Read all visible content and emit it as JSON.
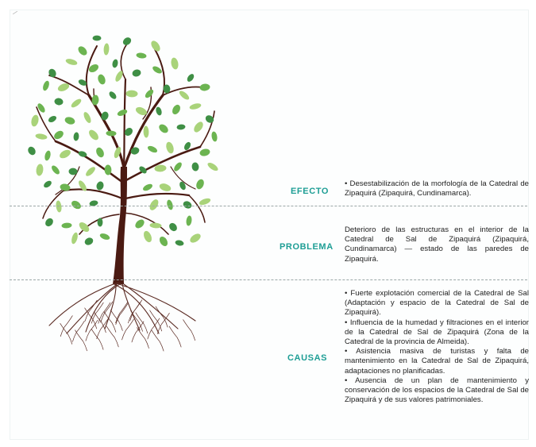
{
  "rows": [
    {
      "label": "EFECTO",
      "paragraphs": [
        "• Desestabilización de la morfología de la Catedral de Zipaquirá (Zipaquirá, Cundinamarca)."
      ]
    },
    {
      "label": "PROBLEMA",
      "paragraphs": [
        "Deterioro de las estructuras en el interior de la Catedral de Sal de Zipaquirá (Zipaquirá, Cundinamarca) — estado de las paredes de Zipaquirá."
      ]
    },
    {
      "label": "CAUSAS",
      "paragraphs": [
        "• Fuerte explotación comercial de la Catedral de Sal (Adaptación y espacio de la Catedral de Sal de Zipaquirá).",
        "• Influencia de la humedad y filtraciones en el interior de la Catedral de Sal de Zipaquirá (Zona de la Catedral de la provincia de Almeida).",
        "• Asistencia masiva de turistas y falta de mantenimiento en la Catedral de Sal de Zipaquirá, adaptaciones no planificadas.",
        "• Ausencia de un plan de mantenimiento y conservación de los espacios de la Catedral de Sal de Zipaquirá y de sus valores patrimoniales."
      ]
    }
  ],
  "colors": {
    "label": "#1e9e95",
    "trunk": "#4a1a12",
    "leaf_dark": "#3f8f45",
    "leaf_mid": "#6cb451",
    "leaf_light": "#a9d37a",
    "roots": "#5a2a22",
    "divider": "#9aa7a7"
  }
}
